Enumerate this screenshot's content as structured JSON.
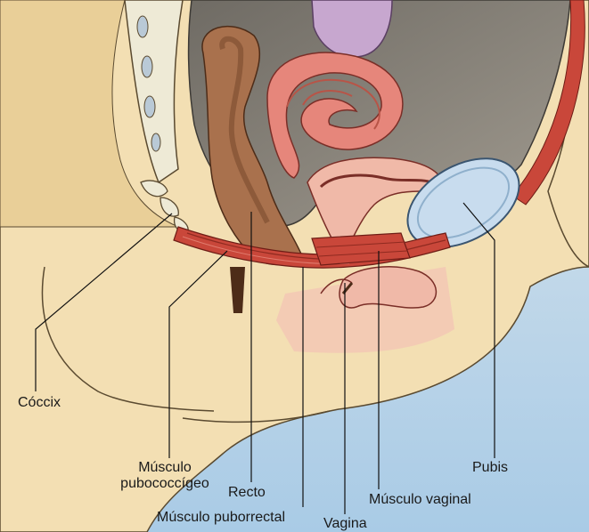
{
  "labels": {
    "coccix": "Cóccix",
    "musculo_pubococcigeo_line1": "Músculo",
    "musculo_pubococcigeo_line2": "pubococcígeo",
    "recto": "Recto",
    "musculo_puborrectal": "Músculo puborrectal",
    "vagina": "Vagina",
    "musculo_vaginal": "Músculo vaginal",
    "pubis": "Pubis"
  },
  "colors": {
    "background_blue": "#a9cbe6",
    "skin": "#f3dfb3",
    "skin_dark": "#e9cf98",
    "cavity": "#8b8479",
    "muscle_red": "#c9473a",
    "rectum_brown": "#a9714d",
    "uterus_pink": "#e6867b",
    "vagina_pink": "#f0b9a8",
    "bone_blue": "#c8dcee",
    "bladder_purple": "#c7a7cf",
    "coccyx_white": "#eeead6"
  }
}
